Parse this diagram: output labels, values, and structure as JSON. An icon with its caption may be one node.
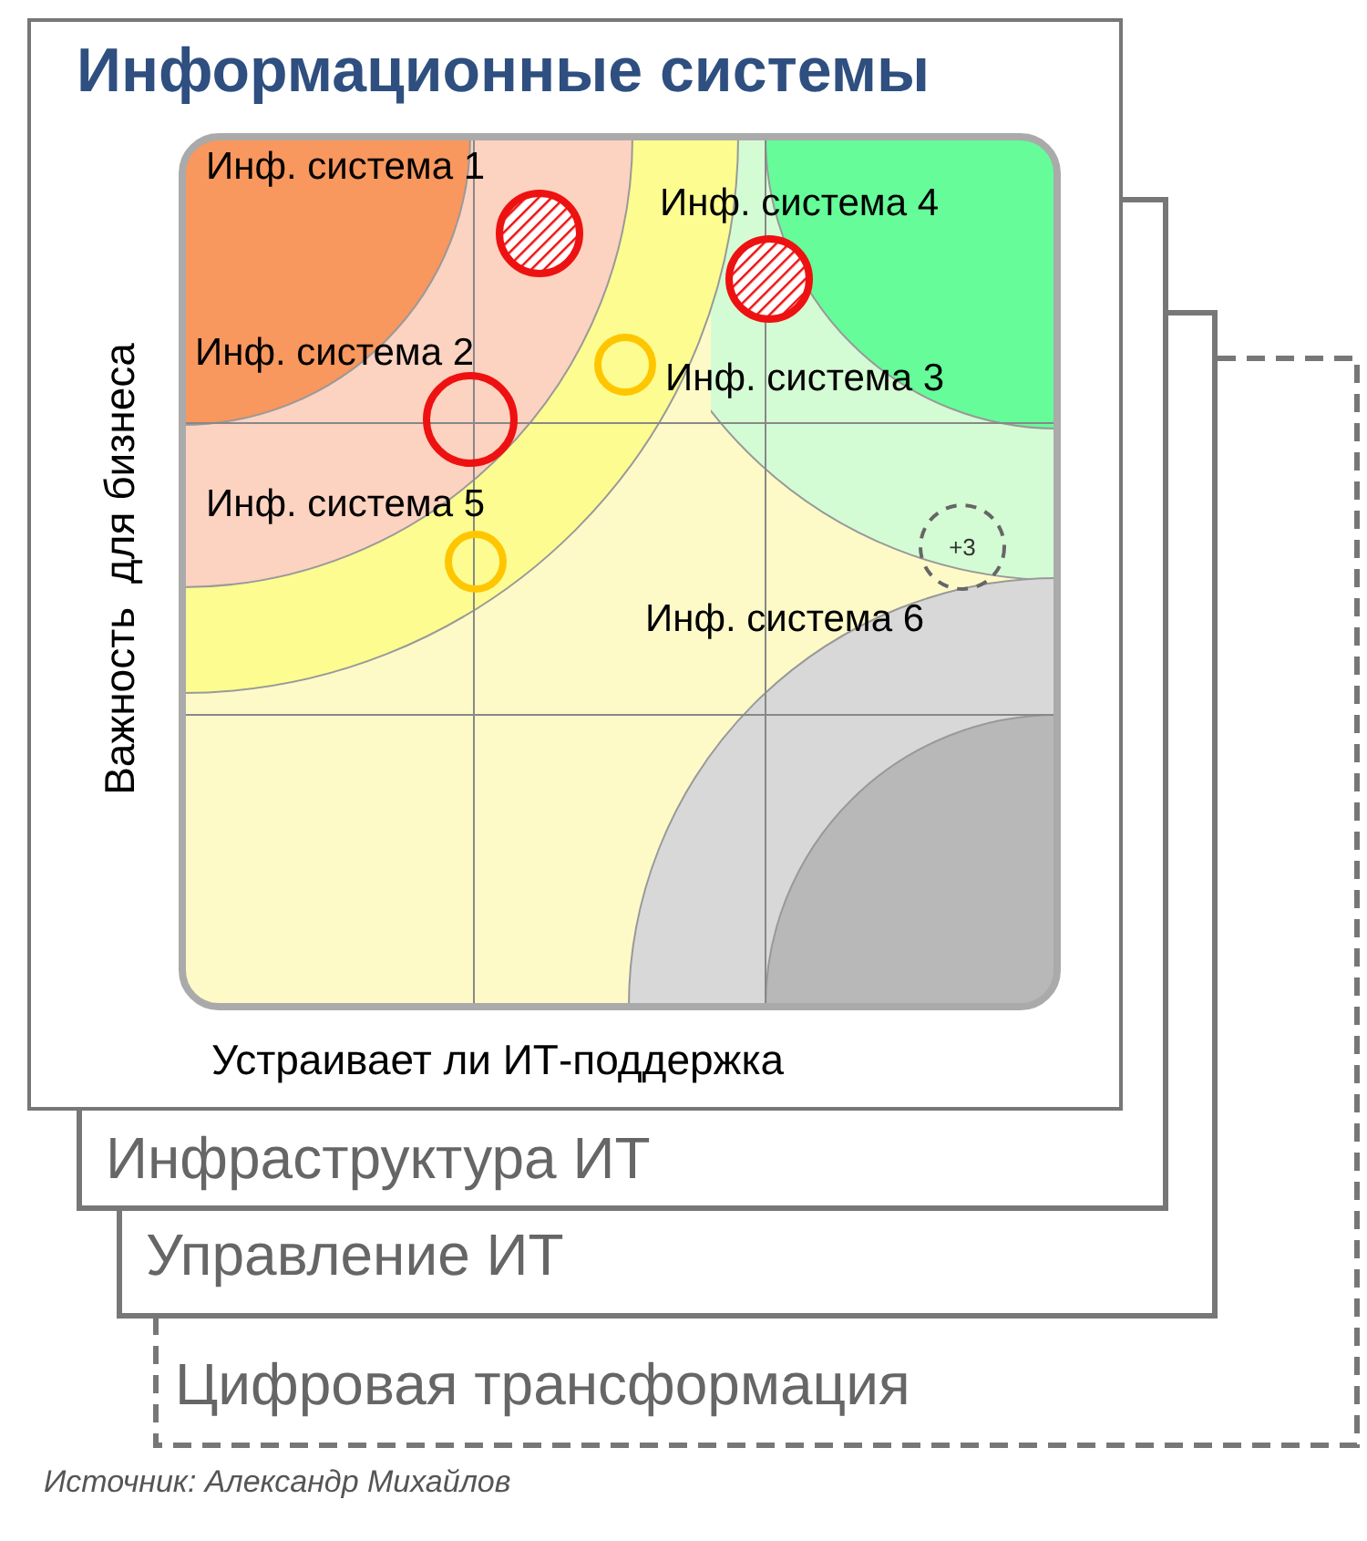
{
  "diagram": {
    "nodes": [
      {
        "text": [
          "Информационные системы"
        ]
      },
      {
        "text": [
          "Инфраструктура ИТ"
        ]
      },
      {
        "text": [
          "Управление ИТ"
        ]
      },
      {
        "text": [
          "Цифровая трансформация"
        ]
      }
    ],
    "labels": [
      "Инф. система 1",
      "Инф. система 4",
      "Инф. система 2",
      "Инф. система 3",
      "Инф. система 5",
      "+3",
      "Инф. система 6",
      "Важность  для бизнеса",
      "Устраивает ли ИТ-поддержка",
      "Источник: Александр Михайлов"
    ]
  }
}
